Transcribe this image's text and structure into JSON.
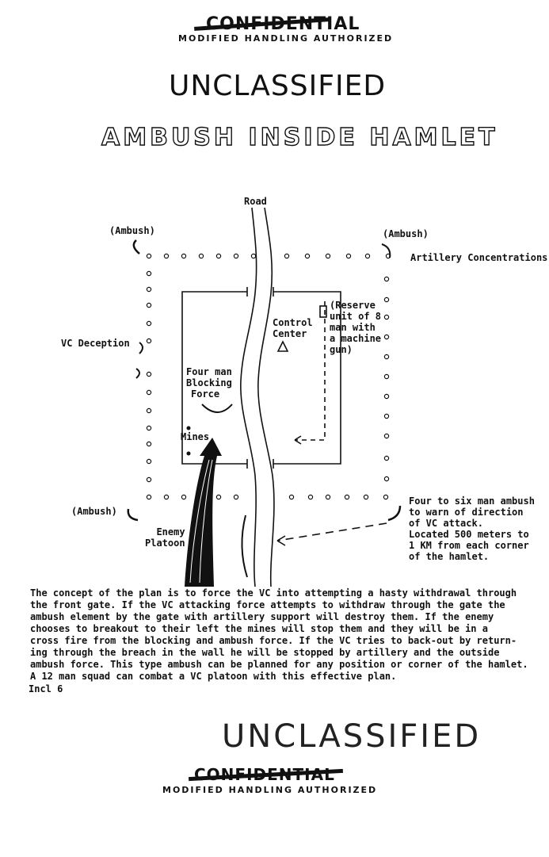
{
  "header": {
    "confidential": "CONFIDENTIAL",
    "modified": "MODIFIED HANDLING AUTHORIZED",
    "unclassified": "UNCLASSIFIED",
    "title": "AMBUSH INSIDE HAMLET"
  },
  "diagram": {
    "road": "Road",
    "ambush_tl": "(Ambush)",
    "ambush_tr": "(Ambush)",
    "artillery": "Artillery Concentrations",
    "vc_deception": "VC Deception",
    "control_center": [
      "Control",
      "Center"
    ],
    "reserve": [
      "(Reserve",
      "unit of 8",
      "man with",
      "a machine",
      "gun)"
    ],
    "blocking_force": [
      "Four man",
      "Blocking",
      "Force"
    ],
    "mines": "Mines",
    "ambush_bl": "(Ambush)",
    "enemy_platoon": [
      "Enemy",
      "Platoon"
    ],
    "ambush_note": [
      "Four to six man ambush",
      "to warn of direction",
      "of VC attack.",
      "Located 500 meters to",
      "1 KM from each corner",
      "of the hamlet."
    ]
  },
  "body": {
    "lines": [
      "The concept of the plan is to force the VC into attempting a hasty withdrawal through",
      "the front gate.  If the VC attacking force attempts to withdraw through the gate the",
      "ambush element by the gate with artillery support will destroy them.  If the enemy",
      "chooses to breakout to their left the mines will stop them and they will be in a",
      "cross fire from the blocking and ambush force.  If the VC tries to back-out by return-",
      "ing through the breach in the wall he will be stopped by artillery and the outside",
      "ambush force.  This type ambush can be planned for any position or corner of the hamlet.",
      "A 12 man squad can combat a VC platoon with this effective plan."
    ],
    "incl": "Incl 6"
  },
  "footer": {
    "unclassified": "UNCLASSIFIED",
    "confidential": "CONFIDENTIAL",
    "modified": "MODIFIED HANDLING AUTHORIZED"
  }
}
